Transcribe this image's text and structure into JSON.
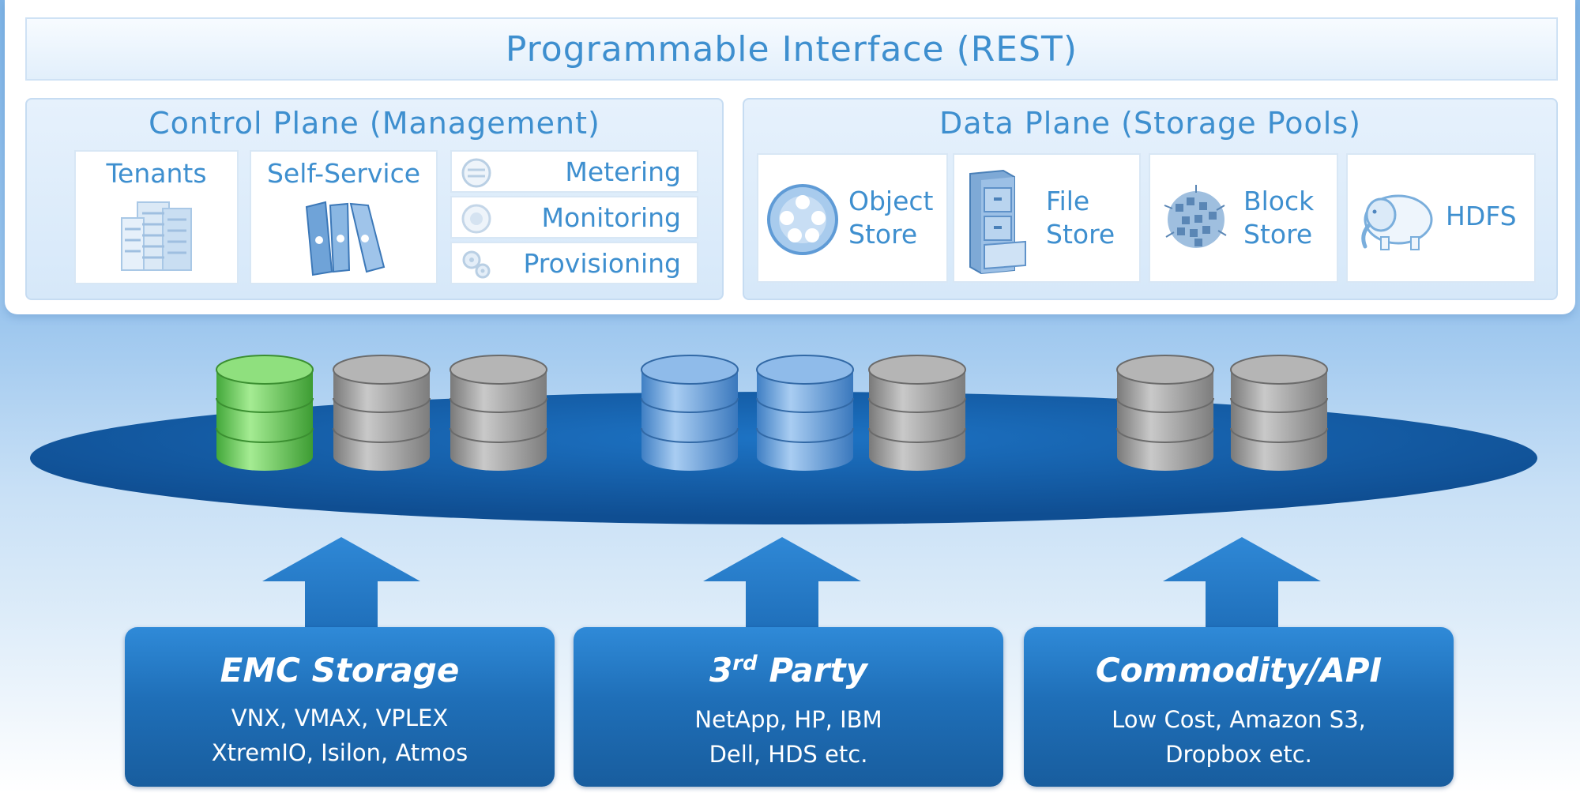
{
  "rest": {
    "title": "Programmable Interface (REST)"
  },
  "control_plane": {
    "title": "Control Plane (Management)",
    "tenants": "Tenants",
    "self_service": "Self-Service",
    "metering": "Metering",
    "monitoring": "Monitoring",
    "provisioning": "Provisioning"
  },
  "data_plane": {
    "title": "Data Plane (Storage Pools)",
    "object_line1": "Object",
    "object_line2": "Store",
    "file_line1": "File",
    "file_line2": "Store",
    "block_line1": "Block",
    "block_line2": "Store",
    "hdfs": "HDFS"
  },
  "pool": {
    "disk_colors": [
      "green",
      "gray",
      "gray",
      "blue",
      "blue",
      "gray",
      "gray",
      "gray"
    ]
  },
  "sources": {
    "emc": {
      "title": "EMC Storage",
      "line1": "VNX, VMAX, VPLEX",
      "line2": "XtremIO, Isilon, Atmos"
    },
    "third": {
      "title_num": "3",
      "title_sup": "rd",
      "title_rest": " Party",
      "line1": "NetApp, HP, IBM",
      "line2": "Dell, HDS etc."
    },
    "commodity": {
      "title": "Commodity/API",
      "line1": "Low Cost, Amazon S3,",
      "line2": "Dropbox etc."
    }
  },
  "colors": {
    "accent_text": "#3e8fcf",
    "box_blue": "#1f6fb8",
    "ellipse_blue": "#1b66b4",
    "disk_green": "#66d15a",
    "disk_blue": "#5b98d8",
    "disk_gray": "#9a9a9a"
  }
}
